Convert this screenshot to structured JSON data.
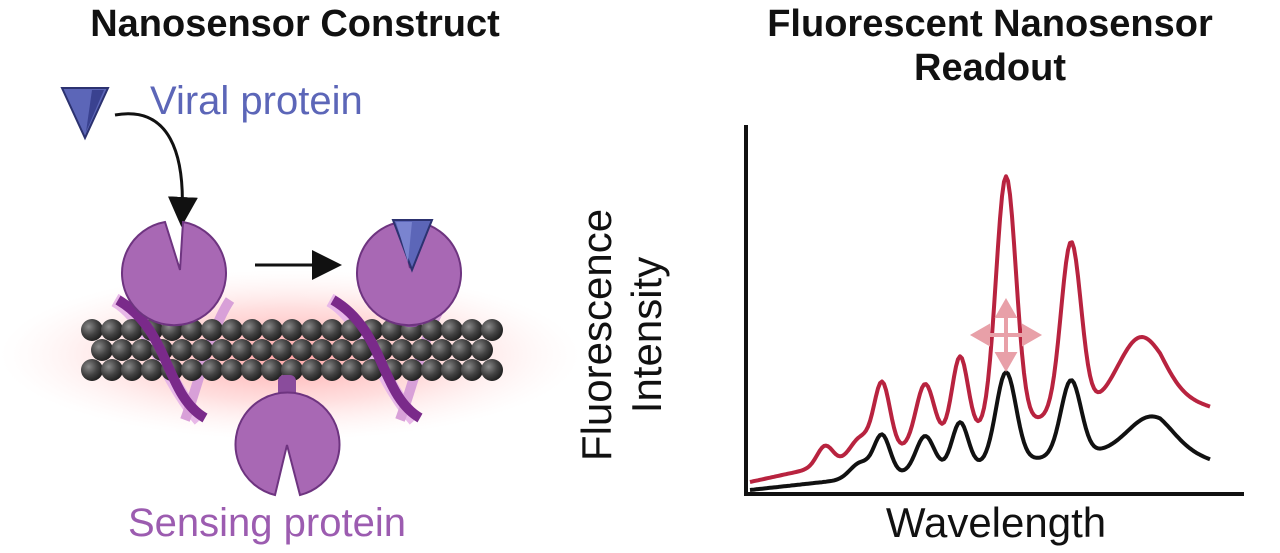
{
  "panels": {
    "construct": {
      "title": "Nanosensor Construct"
    },
    "readout": {
      "title": "Fluorescent Nanosensor Readout"
    }
  },
  "labels": {
    "viral": "Viral protein",
    "sensing": "Sensing protein"
  },
  "axes": {
    "x": "Wavelength",
    "y_line1": "Fluorescence",
    "y_line2": "Intensity"
  },
  "colors": {
    "viral": "#5c66b8",
    "sensing": "#9c5cb0",
    "sensing_fill": "#a868b4",
    "tube": "#3c3c3c",
    "glow": "#ff6b6b",
    "trace_bound": "#b8233f",
    "trace_unbound": "#111111",
    "shift_arrow": "#e8a0a8"
  },
  "icons": [
    "viral-protein-icon",
    "sensing-protein-icon",
    "nanotube-icon",
    "dna-helix-icon",
    "binding-arrow-icon",
    "reaction-arrow-icon",
    "shift-arrows-icon"
  ]
}
